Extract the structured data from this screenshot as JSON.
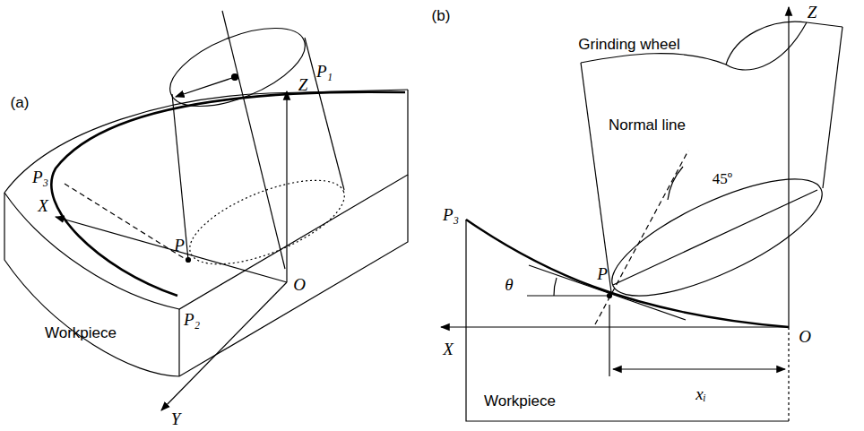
{
  "diagram": {
    "labels": [
      "(a)",
      "Z",
      "P₁",
      "P₃",
      "X",
      "P",
      "O",
      "P₂",
      "Workpiece",
      "Y",
      "(b)",
      "Z",
      "Grinding wheel",
      "Normal line",
      "45º",
      "P₃",
      "θ",
      "P",
      "X",
      "O",
      "xᵢ",
      "Workpiece"
    ]
  }
}
